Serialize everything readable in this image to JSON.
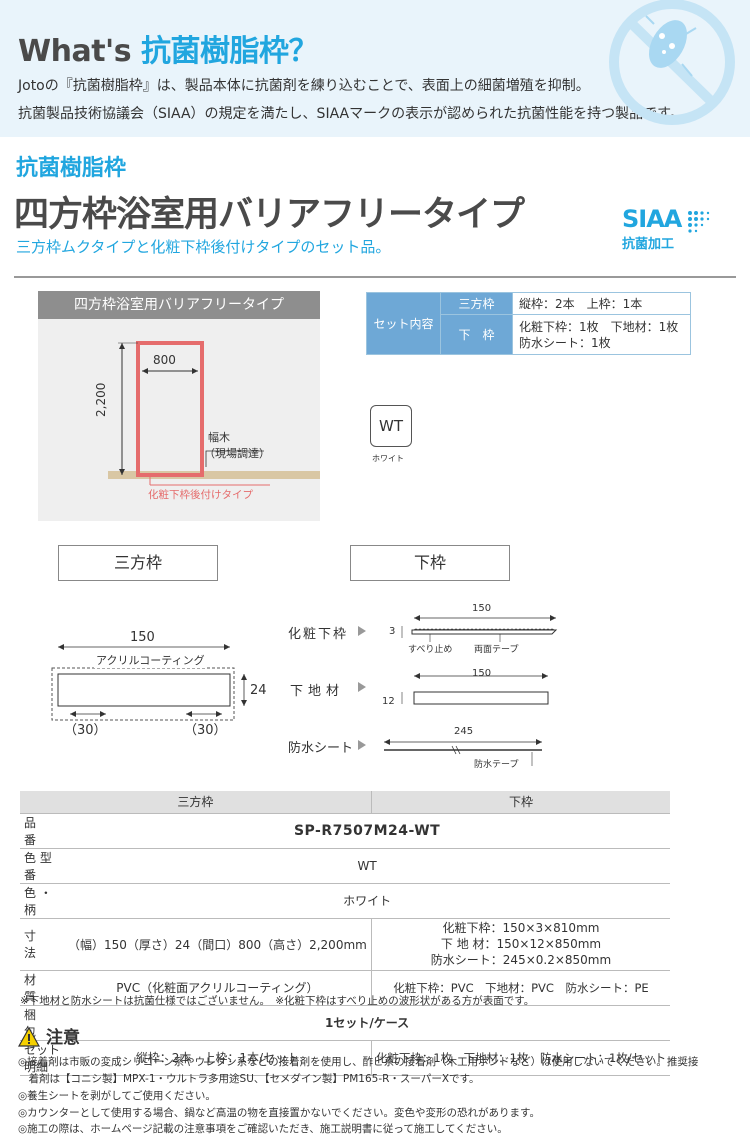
{
  "banner": {
    "whats": "What's ",
    "whats_hl": "抗菌樹脂枠？",
    "desc1": "Jotoの『抗菌樹脂枠』は、製品本体に抗菌剤を練り込むことで、表面上の細菌増殖を抑制。",
    "desc2": "抗菌製品技術協議会（SIAA）の規定を満たし、SIAAマークの表示が認められた抗菌性能を持つ製品です。"
  },
  "heading": {
    "sub": "抗菌樹脂枠",
    "main": "四方枠浴室用バリアフリータイプ",
    "lead": "三方枠ムクタイプと化粧下枠後付けタイプのセット品。"
  },
  "siaa": {
    "logo": "SIAA",
    "kako": "抗菌加工"
  },
  "diagram": {
    "title": "四方枠浴室用バリアフリータイプ",
    "width": "800",
    "height": "2,200",
    "habaki1": "幅木",
    "habaki2": "（現場調達）",
    "note": "化粧下枠後付けタイプ"
  },
  "set_table": {
    "head": "セット内容",
    "rows": [
      {
        "label": "三方枠",
        "value": "縦枠：2本　上枠：1本"
      },
      {
        "label": "下　枠",
        "value1": "化粧下枠：1枚　下地材：1枚",
        "value2": "防水シート：1枚"
      }
    ]
  },
  "color": {
    "code": "WT",
    "name": "ホワイト"
  },
  "sections": {
    "sanpo": "三方枠",
    "shita": "下枠"
  },
  "sanpo_drawing": {
    "w": "150",
    "coating": "アクリルコーティング",
    "h": "24",
    "left": "（30）",
    "right": "（30）"
  },
  "shita_drawing": {
    "row1_label": "化粧下枠",
    "row1_w": "150",
    "row1_h": "3",
    "row1_n1": "すべり止め",
    "row1_n2": "両面テープ",
    "row2_label": "下地材",
    "row2_w": "150",
    "row2_h": "12",
    "row3_label": "防水シート",
    "row3_w": "245",
    "row3_n": "防水テープ"
  },
  "spec": {
    "head_left": "三方枠",
    "head_right": "下枠",
    "rows": {
      "hinban_k": "品　　番",
      "hinban_v": "SP-R7507M24-WT",
      "katabun_k": "色 型 番",
      "katabun_v": "WT",
      "iro_k": "色 ・ 柄",
      "iro_v": "ホワイト",
      "sunpo_k": "寸　　法",
      "sunpo_l": "（幅）150（厚さ）24（間口）800（高さ）2,200mm",
      "sunpo_r1": "化粧下枠：150×3×810mm",
      "sunpo_r2": "下 地 材：150×12×850mm",
      "sunpo_r3": "防水シート：245×0.2×850mm",
      "zai_k": "材　　質",
      "zai_l": "PVC（化粧面アクリルコーティング）",
      "zai_r": "化粧下枠：PVC　下地材：PVC　防水シート：PE",
      "konpo_k": "梱　　包",
      "konpo_v": "1セット/ケース",
      "meisai_k": "セット明細",
      "meisai_l": "縦枠：2本　上枠：1本/セット",
      "meisai_r": "化粧下枠：1枚　下地材：1枚　防水シート：1枚/セット"
    },
    "note": "※下地材と防水シートは抗菌仕様ではございません。　※化粧下枠はすべり止めの波形状がある方が表面です。"
  },
  "caution": {
    "title": "注意",
    "l1": "◎接着剤は市販の変成シリコーン系やウレタン系などの接着剤を使用し、酢ビ系の接着剤（木工用ボンドなど）は使用しないでください。推奨接",
    "l2": "　着剤は【コニシ製】MPX-1・ウルトラ多用途SU、【セメダイン製】PM165-R・スーパーXです。",
    "l3": "◎養生シートを剥がしてご使用ください。",
    "l4": "◎カウンターとして使用する場合、鍋など高温の物を直接置かないでください。変色や変形の恐れがあります。",
    "l5": "◎施工の際は、ホームページ記載の注意事項をご確認いただき、施工説明書に従って施工してください。"
  }
}
